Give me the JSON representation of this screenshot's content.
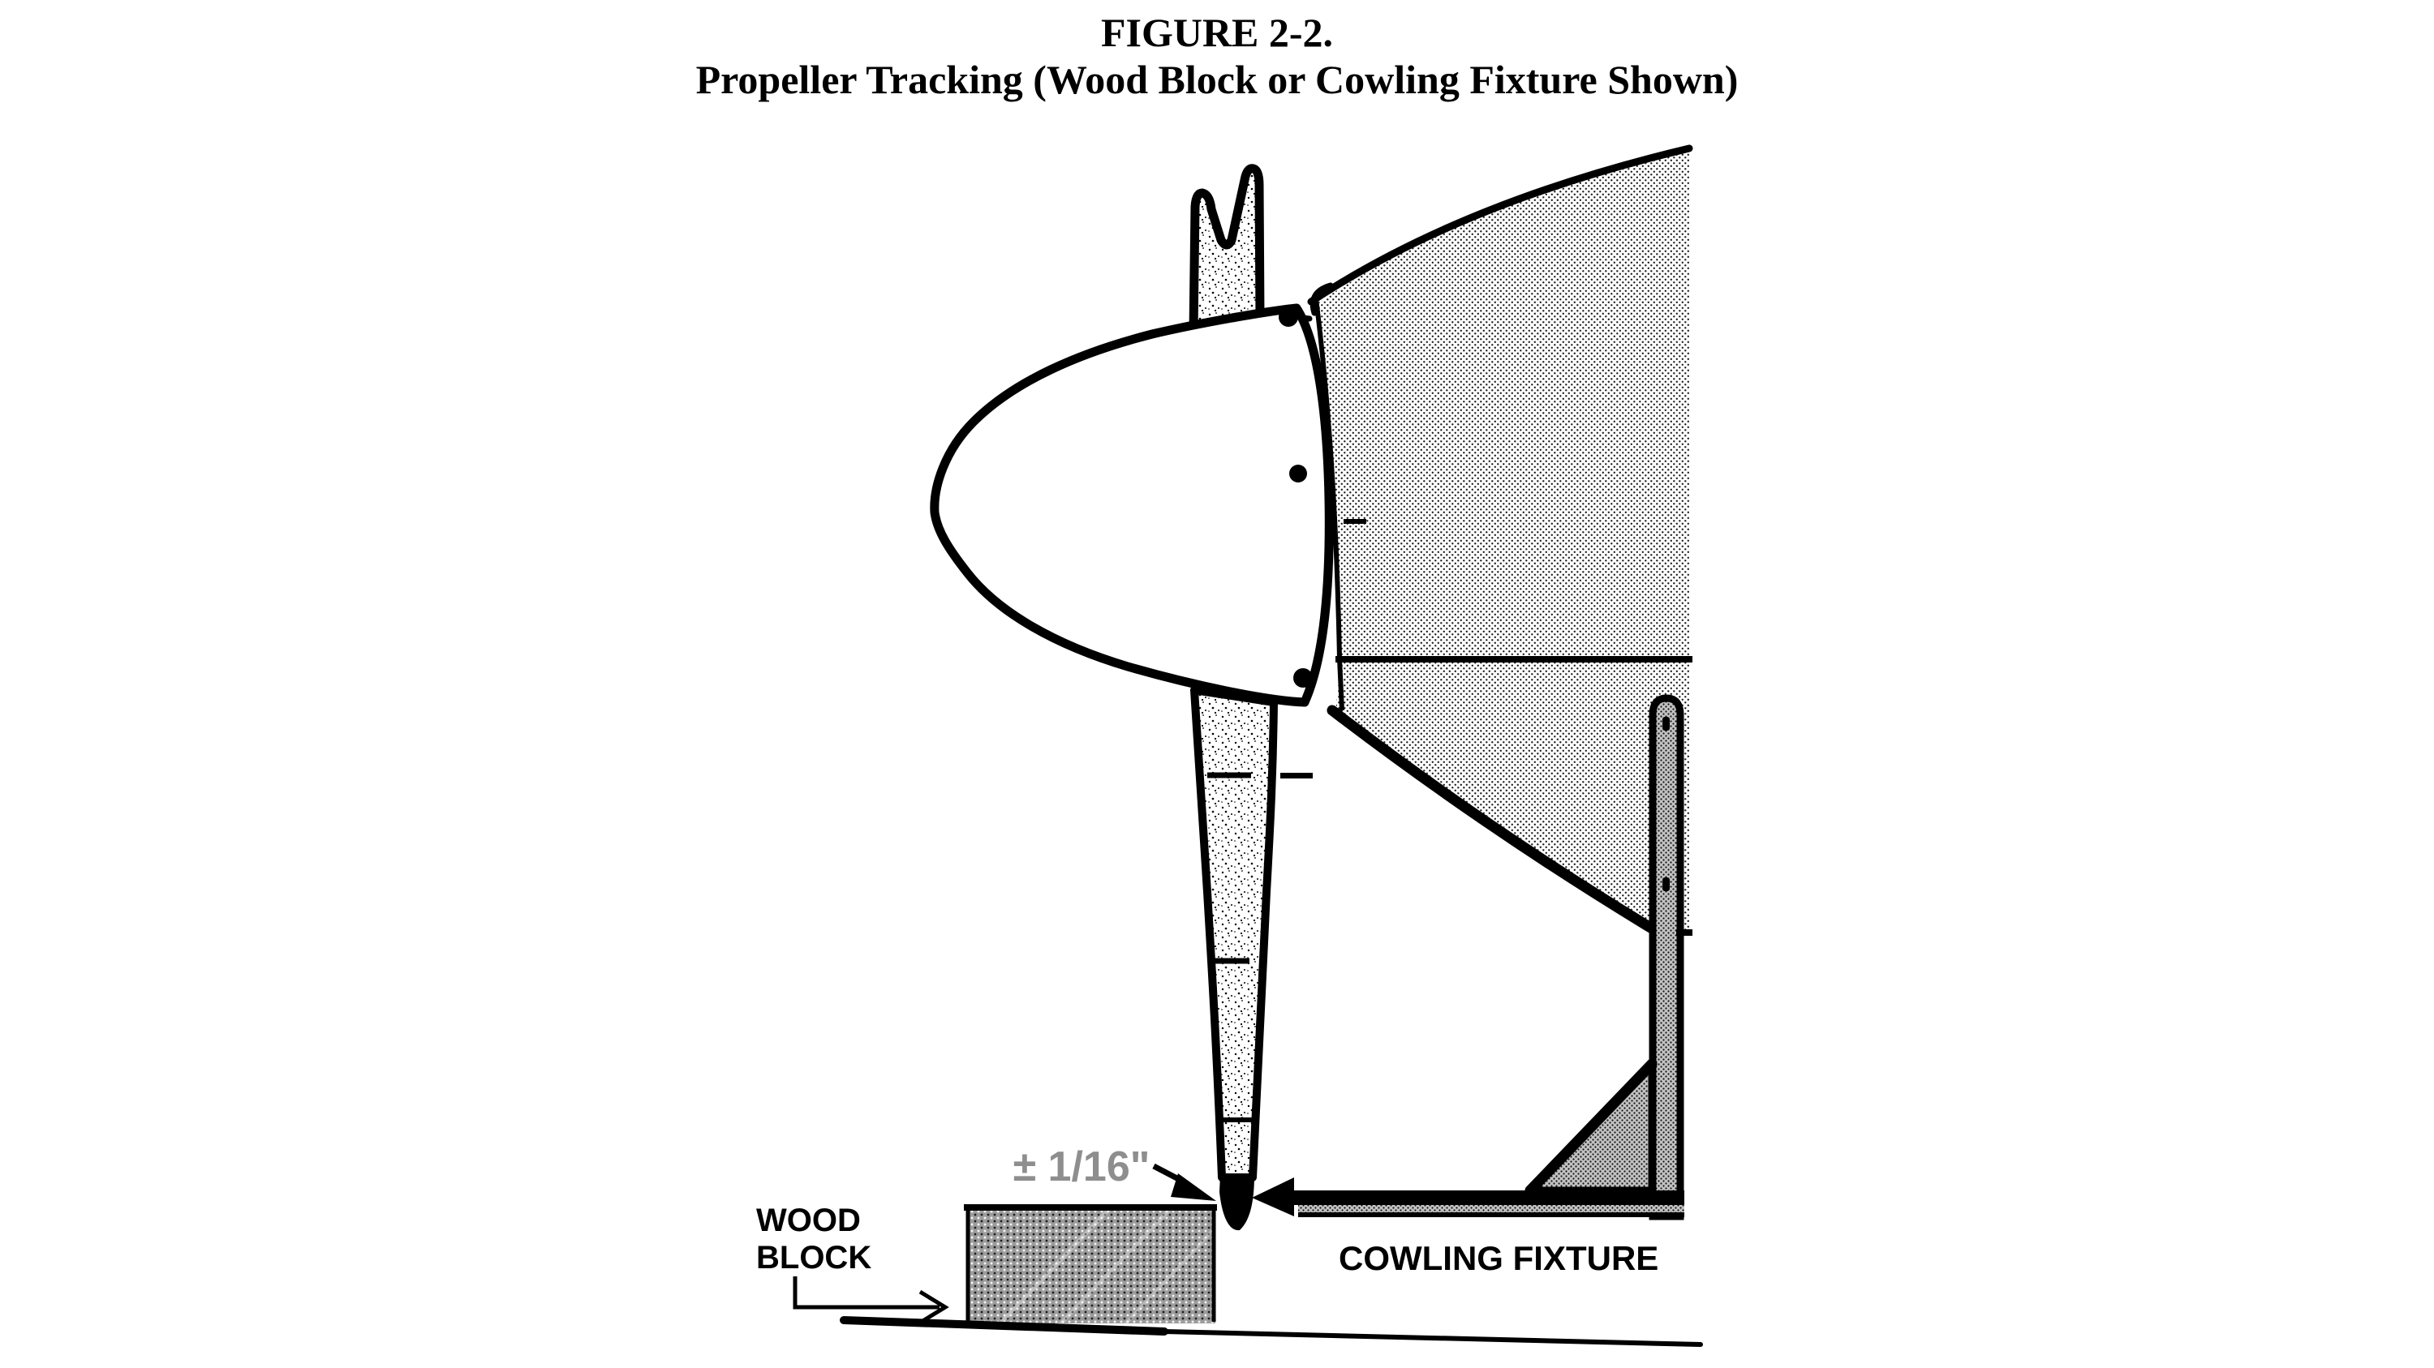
{
  "figure_header": {
    "line1": "FIGURE 2-2.",
    "line2": "Propeller Tracking (Wood Block or Cowling Fixture Shown)"
  },
  "annotations": {
    "tolerance": "± 1/16\"",
    "wood_block": {
      "line1": "WOOD",
      "line2": "BLOCK"
    },
    "cowling_fixture": "COWLING FIXTURE"
  },
  "colors": {
    "ink": "#000000",
    "background": "#ffffff",
    "cowl_halftone": "#cfcfcf",
    "fixture_gray": "#9b9b9b",
    "wood_block_gray": "#979797",
    "tolerance_label_gray": "#8e8e8e"
  },
  "diagram_parts": [
    "spinner",
    "propeller-blade-upper",
    "propeller-blade-lower",
    "blade-tip",
    "engine-cowling-upper",
    "engine-cowling-lower",
    "cowling-fixture-upright",
    "cowling-fixture-base",
    "cowling-fixture-gusset",
    "wood-block",
    "ground-line"
  ]
}
